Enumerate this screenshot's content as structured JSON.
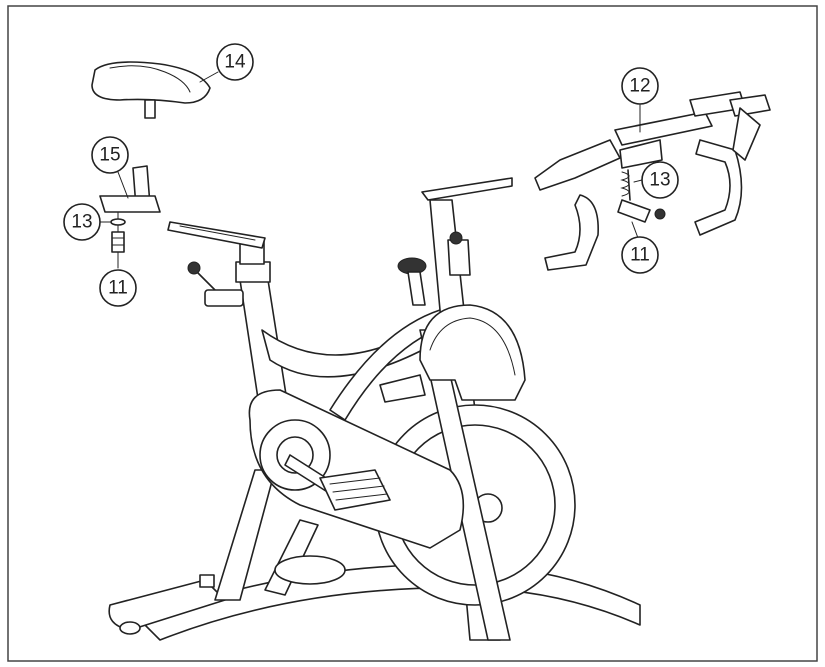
{
  "diagram": {
    "callouts": [
      {
        "id": "saddle",
        "label": "14"
      },
      {
        "id": "seat-clamp-part",
        "label": "15"
      },
      {
        "id": "seat-washer",
        "label": "13"
      },
      {
        "id": "seat-nut",
        "label": "11"
      },
      {
        "id": "handlebar",
        "label": "12"
      },
      {
        "id": "handlebar-washer",
        "label": "13"
      },
      {
        "id": "handlebar-nut",
        "label": "11"
      }
    ],
    "colors": {
      "line": "#222222",
      "background": "#ffffff",
      "frame": "#444444"
    }
  }
}
